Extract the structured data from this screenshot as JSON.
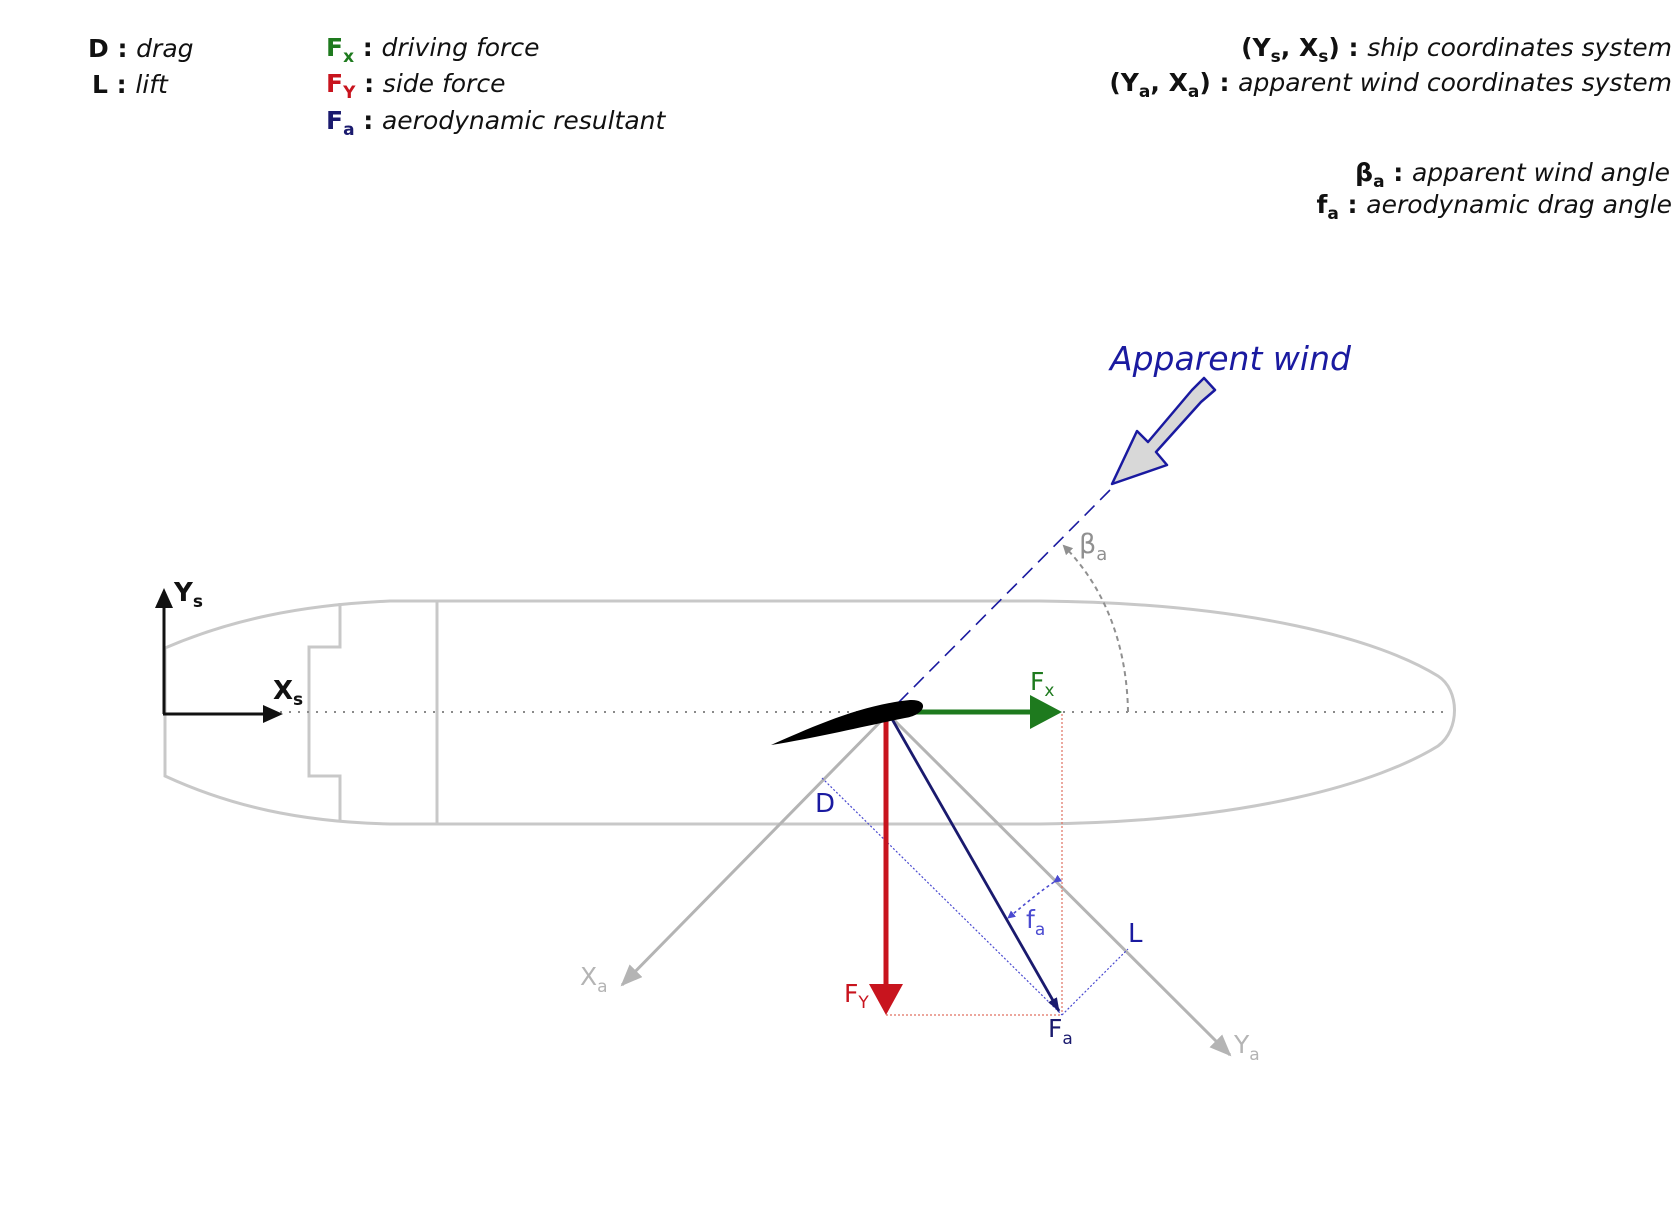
{
  "legend": {
    "d_sym": "D",
    "d_desc": "drag",
    "l_sym": "L",
    "l_desc": "lift",
    "fx_sym": "F",
    "fx_sub": "x",
    "fx_desc": "driving force",
    "fy_sym": "F",
    "fy_sub": "Y",
    "fy_desc": "side force",
    "fa_sym": "F",
    "fa_sub": "a",
    "fa_desc": "aerodynamic resultant",
    "ship_sys_y": "Y",
    "ship_sys_y_sub": "s",
    "ship_sys_x": "X",
    "ship_sys_x_sub": "s",
    "ship_sys_desc": "ship coordinates system",
    "wind_sys_y": "Y",
    "wind_sys_y_sub": "a",
    "wind_sys_x": "X",
    "wind_sys_x_sub": "a",
    "wind_sys_desc": "apparent wind coordinates system",
    "beta_sym": "β",
    "beta_sub": "a",
    "beta_desc": "apparent wind angle",
    "f_sym": "f",
    "f_sub": "a",
    "f_desc": "aerodynamic drag angle"
  },
  "diagram": {
    "apparent_wind": "Apparent wind",
    "axis_ys": "Y",
    "axis_ys_sub": "s",
    "axis_xs": "X",
    "axis_xs_sub": "s",
    "axis_xa": "X",
    "axis_xa_sub": "a",
    "axis_ya": "Y",
    "axis_ya_sub": "a",
    "beta": "β",
    "beta_sub": "a",
    "fx": "F",
    "fx_sub": "x",
    "fy": "F",
    "fy_sub": "Y",
    "fa": "F",
    "fa_sub": "a",
    "f_angle": "f",
    "f_angle_sub": "a",
    "drag": "D",
    "lift": "L"
  },
  "colors": {
    "driving_force": "#1e7a1e",
    "side_force": "#c8141e",
    "resultant": "#1a1a6e",
    "wind": "#1a1aa0",
    "hull": "#c8c8c8",
    "axes_gray": "#b4b4b4",
    "angle_gray": "#909090"
  }
}
